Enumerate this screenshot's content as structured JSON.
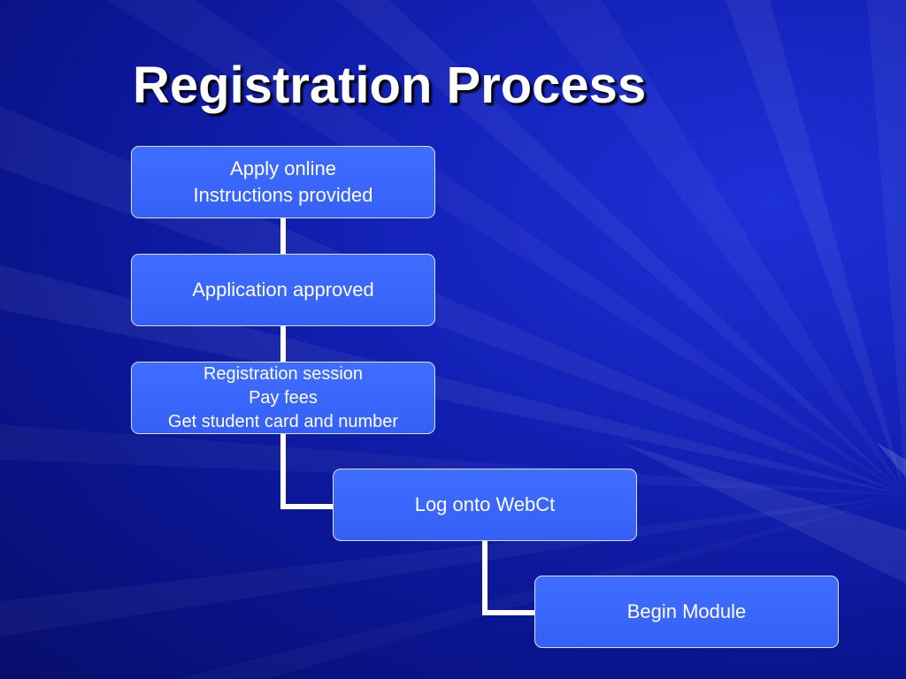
{
  "slide": {
    "title": "Registration Process"
  },
  "steps": {
    "apply": {
      "line1": "Apply online",
      "line2": "Instructions provided"
    },
    "approved": {
      "line1": "Application approved"
    },
    "registration": {
      "line1": "Registration session",
      "line2": "Pay fees",
      "line3": "Get student card and number"
    },
    "webct": {
      "line1": "Log onto WebCt"
    },
    "module": {
      "line1": "Begin Module"
    }
  },
  "colors": {
    "background": "#0a148e",
    "box_fill": "#3a66fb",
    "box_border": "#d8e2ff",
    "connector": "#ffffff",
    "text": "#ffffff"
  }
}
